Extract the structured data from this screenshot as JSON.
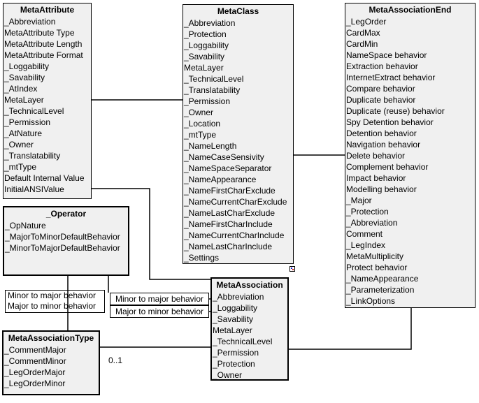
{
  "diagram": {
    "classes": {
      "metaAttribute": {
        "title": "MetaAttribute",
        "attributes": [
          "_Abbreviation",
          "MetaAttribute Type",
          "MetaAttribute Length",
          "MetaAttribute Format",
          "_Loggability",
          "_Savability",
          "_AtIndex",
          "MetaLayer",
          "_TechnicalLevel",
          "_Permission",
          "_AtNature",
          "_Owner",
          "_Translatability",
          "_mtType",
          "Default Internal Value",
          "InitialANSIValue"
        ]
      },
      "metaClass": {
        "title": "MetaClass",
        "attributes": [
          "_Abbreviation",
          "_Protection",
          "_Loggability",
          "_Savability",
          "MetaLayer",
          "_TechnicalLevel",
          "_Translatability",
          "_Permission",
          "_Owner",
          "_Location",
          "_mtType",
          "_NameLength",
          "_NameCaseSensivity",
          "_NameSpaceSeparator",
          "_NameAppearance",
          "_NameFirstCharExclude",
          "_NameCurrentCharExclude",
          "_NameLastCharExclude",
          "_NameFirstCharInclude",
          "_NameCurrentCharInclude",
          "_NameLastCharInclude",
          "_Settings"
        ]
      },
      "metaAssociationEnd": {
        "title": "MetaAssociationEnd",
        "attributes": [
          "_LegOrder",
          "CardMax",
          "CardMin",
          "NameSpace behavior",
          "Extraction behavior",
          "InternetExtract behavior",
          "Compare behavior",
          "Duplicate behavior",
          "Duplicate (reuse) behavior",
          "Spy Detention behavior",
          "Detention behavior",
          "Navigation behavior",
          "Delete behavior",
          "Complement behavior",
          "Impact behavior",
          "Modelling behavior",
          "_Major",
          "_Protection",
          "_Abbreviation",
          "Comment",
          "_LegIndex",
          "MetaMultiplicity",
          "Protect behavior",
          "_NameAppearance",
          "_Parameterization",
          "_LinkOptions"
        ]
      },
      "operator": {
        "title": "_Operator",
        "attributes": [
          "_OpNature",
          "_MajorToMinorDefaultBehavior",
          "_MinorToMajorDefaultBehavior"
        ]
      },
      "metaAssociation": {
        "title": "MetaAssociation",
        "attributes": [
          "_Abbreviation",
          "_Loggability",
          "_Savability",
          "MetaLayer",
          "_TechnicalLevel",
          "_Permission",
          "_Protection",
          "_Owner"
        ]
      },
      "metaAssociationType": {
        "title": "MetaAssociationType",
        "attributes": [
          "_CommentMajor",
          "_CommentMinor",
          "_LegOrderMajor",
          "_LegOrderMinor"
        ]
      }
    },
    "association_labels": {
      "left_pair": [
        "Minor to major behavior",
        "Major to minor behavior"
      ],
      "right_top": "Minor to major behavior",
      "right_bottom": "Major to minor behavior"
    },
    "multiplicity": "0..1",
    "icons": {
      "corner_marker": "link-marker"
    },
    "colors": {
      "background": "#ffffff",
      "box_fill": "#f0f0f0",
      "border": "#000000",
      "line": "#000000",
      "marker_blue": "#2222cc",
      "marker_red": "#cc2222"
    }
  }
}
